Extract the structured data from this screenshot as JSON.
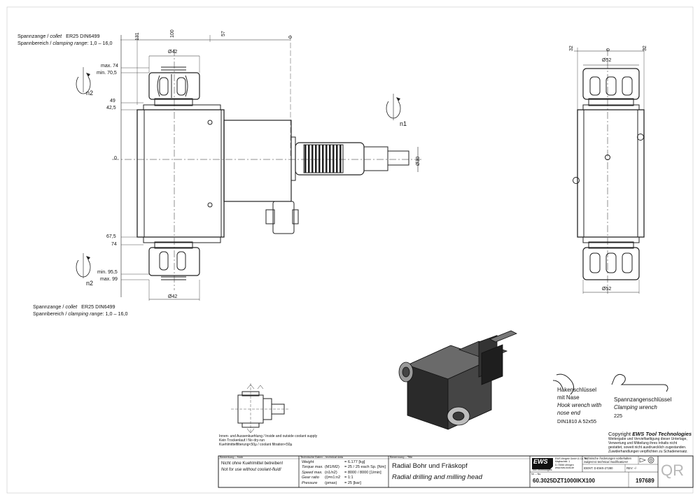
{
  "collet_top": {
    "line1_a": "Spannzange /",
    "line1_b": "collet",
    "line1_c": "ER25   DIN6499",
    "line2_a": "Spannbereich /",
    "line2_b": "clamping range",
    "line2_c": ": 1,0 – 16,0"
  },
  "collet_bottom": {
    "line1_a": "Spannzange /",
    "line1_b": "collet",
    "line1_c": "ER25   DIN6499",
    "line2_a": "Spannbereich /",
    "line2_b": "clamping range",
    "line2_c": ": 1,0 – 16,0"
  },
  "dims": {
    "d131": "131",
    "d100": "100",
    "d57": "57",
    "d0_top": "0",
    "dia42_top": "Ø42",
    "max74": "max. 74",
    "min705": "min. 70,5",
    "d49": "49",
    "d425": "42,5",
    "d0_left": "0",
    "dia30": "Ø30",
    "d675": "67,5",
    "d74": "74",
    "min955": "min. 95,5",
    "max99": "max. 99",
    "dia42_bottom": "Ø42",
    "r32_left": "32",
    "r0": "0",
    "r32_right": "32",
    "dia52_top": "Ø52",
    "dia52_bottom": "Ø52",
    "n1": "n1",
    "n2_top": "n2",
    "n2_bottom": "n2"
  },
  "coolant_note": {
    "l1": "Innen- und Aussenkuehlung / Inside and outside coolant supply",
    "l2": "Kein Trockenlauf / No dry-run",
    "l3": "Kuehlmittelfilterung<50µ / coolant filtration<50µ"
  },
  "wrenches": {
    "hook_de1": "Hakenschlüssel",
    "hook_de2": "mit Nase",
    "hook_en1": "Hook wrench with",
    "hook_en2": "nose end",
    "hook_spec": "DIN1810  A  52x55",
    "clamp_de": "Spannzangenschlüssel",
    "clamp_en": "Clamping wrench",
    "clamp_spec": "225"
  },
  "copyright": {
    "title_a": "Copyright",
    "title_b": "EWS Tool Technologies",
    "l1": "Weitergabe und Vervielfaeltigung dieser Unterlage,",
    "l2": "Verwertung und Mitteilung ihres Inhalts nicht",
    "l3": "gestattet, soweit nicht ausdruecklich zugestanden.",
    "l4": "Zuwiderhandlungen verpflichten zu Schadenersatz."
  },
  "title_block": {
    "note_hdr": "Bemerkung – Note",
    "note_de": "Nicht ohne Kuehlmittel betreiben!",
    "note_en": "Not for use without coolant-fluid!",
    "tech_hdr": "Technische Daten – technical data",
    "tech_rows": [
      {
        "label": "Weight",
        "unit": "",
        "value": "= 6.177 [kg]"
      },
      {
        "label": "Torque max.",
        "unit": "(M1/M2)",
        "value": "= 25 / 25 each Sp. [Nm]"
      },
      {
        "label": "Speed max.",
        "unit": "(n1/n2)",
        "value": "= 8000 / 8000 [1/min]"
      },
      {
        "label": "Gear ratio",
        "unit": "(i)=n1:n2",
        "value": "= 1:1"
      },
      {
        "label": "Pressure",
        "unit": "(pmax)",
        "value": "= 25 [bar]"
      }
    ],
    "desc_hdr": "Benennung – Title",
    "desc_de": "Radial Bohr und Fräskopf",
    "desc_en": "Radial drilling and milling head",
    "logo": "EWS",
    "logo_sub": "Tool Technologies",
    "company_lines": [
      "EWS Weigele GmbH & Co. KG",
      "Maybachstr. 1",
      "D-73066 Uhingen",
      "www.ews-tools.de"
    ],
    "change_l1": "Technische Änderungen vorbehalten",
    "change_l2": "Subject to technical modifications!",
    "ident_label": "IDENT:",
    "ident_value": "D-EWS-27280",
    "rev_label": "REV:",
    "rev_value": "-/-",
    "nr_hdr": "Nr. – No.",
    "part_number": "60.3025DZT1000IKX100",
    "order_number": "197689",
    "qr": "QR"
  }
}
